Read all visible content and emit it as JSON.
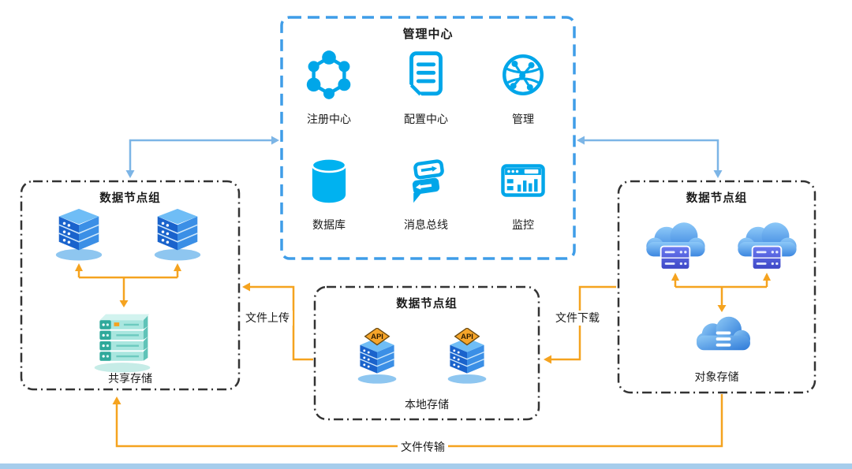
{
  "management_center": {
    "title": "管理中心",
    "items": [
      {
        "label": "注册中心"
      },
      {
        "label": "配置中心"
      },
      {
        "label": "管理"
      },
      {
        "label": "数据库"
      },
      {
        "label": "消息总线"
      },
      {
        "label": "监控"
      }
    ]
  },
  "groups": {
    "left": {
      "title": "数据节点组",
      "storage_label": "共享存储"
    },
    "center": {
      "title": "数据节点组",
      "storage_label": "本地存储",
      "api_badge": "API"
    },
    "right": {
      "title": "数据节点组",
      "storage_label": "对象存储"
    }
  },
  "edges": {
    "upload_label": "文件上传",
    "download_label": "文件下载",
    "transfer_label": "文件传输"
  },
  "colors": {
    "icon_blue": "#00a6e9",
    "arrow_orange": "#f5a31f",
    "arrow_blue": "#7cb5e6",
    "group_border": "#333333",
    "management_border": "#3f9de8",
    "bottom_bar": "#a6cdec"
  }
}
